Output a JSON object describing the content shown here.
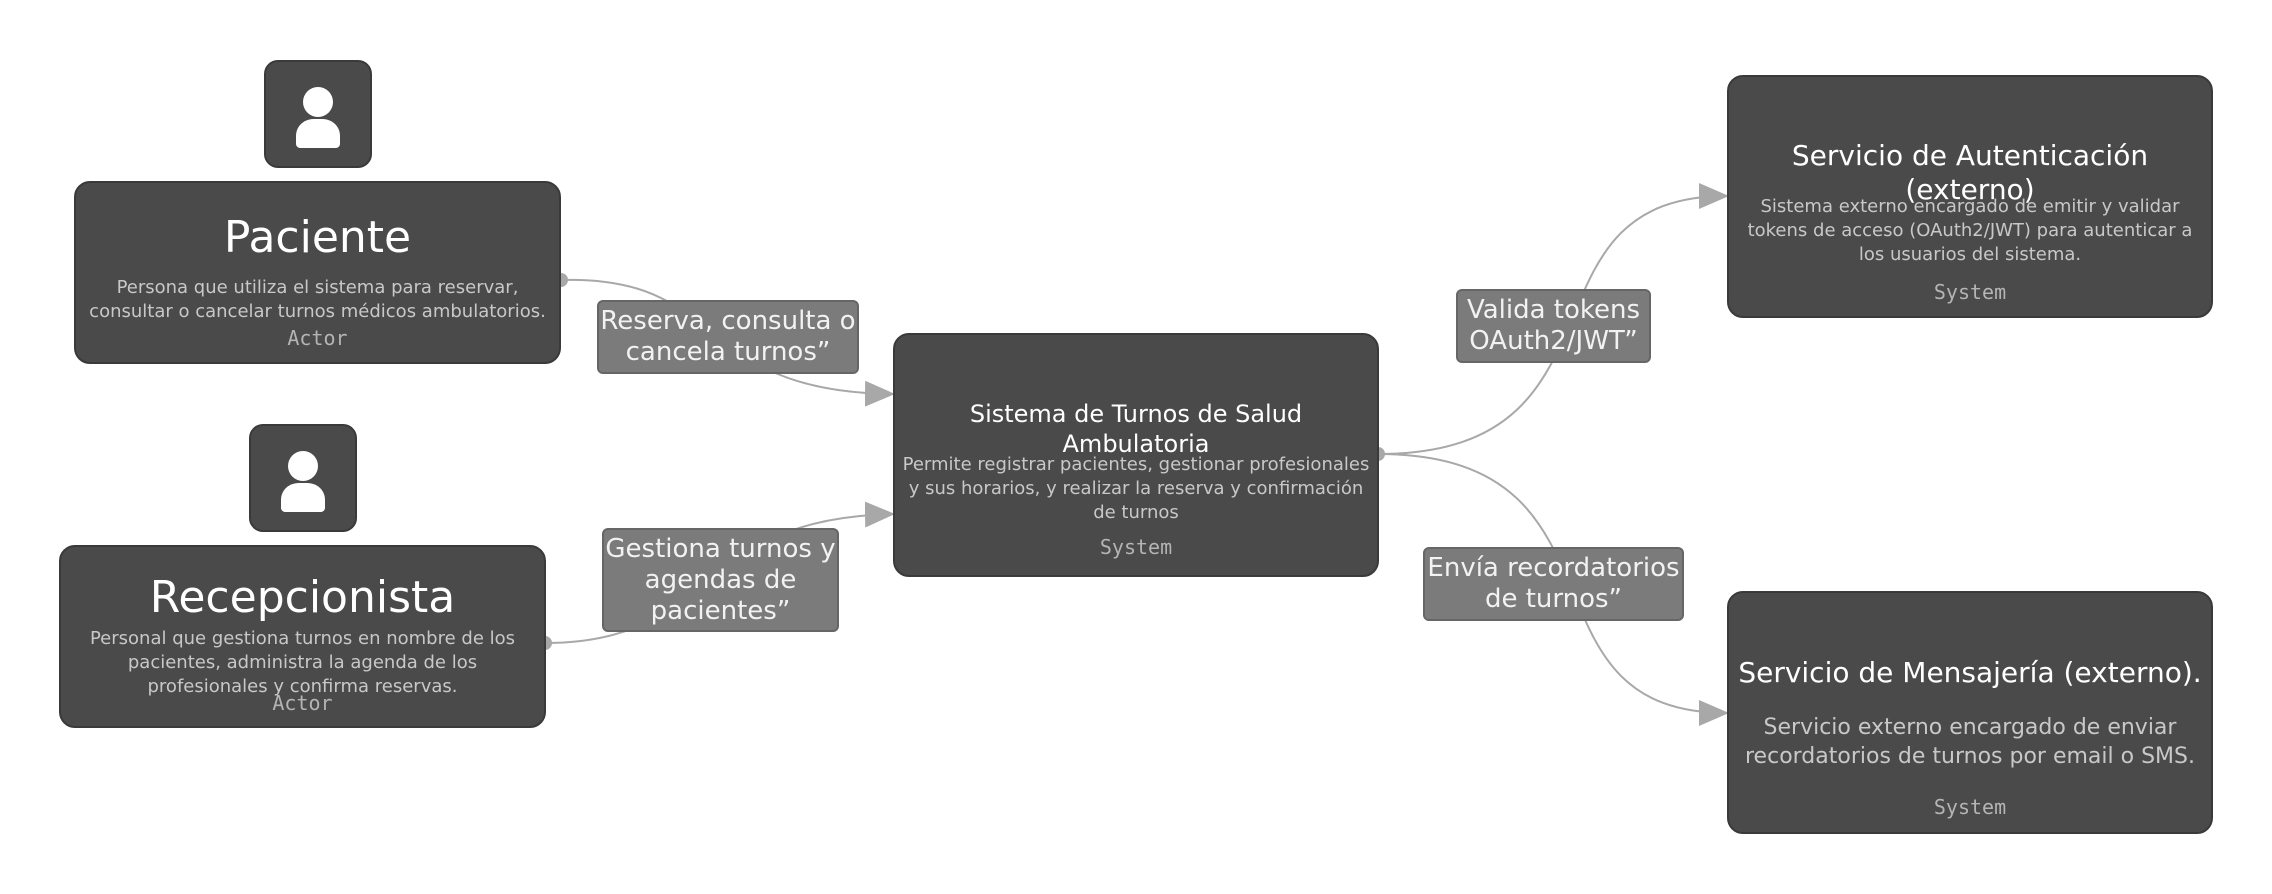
{
  "colors": {
    "box_fill": "#4a4a4a",
    "label_fill": "#7b7b7b",
    "connector": "#a8a8a8",
    "description_text": "#c8c8c8",
    "type_text": "#b4b4b4"
  },
  "actors": [
    {
      "icon": "person-icon",
      "title": "Paciente",
      "description": "Persona que utiliza el sistema para reservar, consultar o cancelar turnos médicos ambulatorios.",
      "type": "Actor"
    },
    {
      "icon": "person-icon",
      "title": "Recepcionista",
      "description": "Personal que gestiona turnos en nombre de los pacientes, administra la agenda de los profesionales y confirma reservas.",
      "type": "Actor"
    }
  ],
  "systems": {
    "main": {
      "title": "Sistema de Turnos de Salud Ambulatoria",
      "description": "Permite registrar pacientes, gestionar profesionales y sus horarios, y realizar la reserva y confirmación de turnos",
      "type": "System"
    },
    "auth": {
      "title": "Servicio de Autenticación (externo)",
      "description": "Sistema externo encargado de emitir y validar tokens de acceso (OAuth2/JWT) para autenticar a los usuarios del sistema.",
      "type": "System"
    },
    "messaging": {
      "title": "Servicio de Mensajería (externo).",
      "description": "Servicio externo encargado de enviar recordatorios de turnos por email o SMS.",
      "type": "System"
    }
  },
  "relationships": [
    {
      "label": "Reserva, consulta o cancela turnos”"
    },
    {
      "label": "Gestiona turnos y agendas de pacientes”"
    },
    {
      "label": "Valida tokens OAuth2/JWT”"
    },
    {
      "label": "Envía recordatorios de turnos”"
    }
  ]
}
